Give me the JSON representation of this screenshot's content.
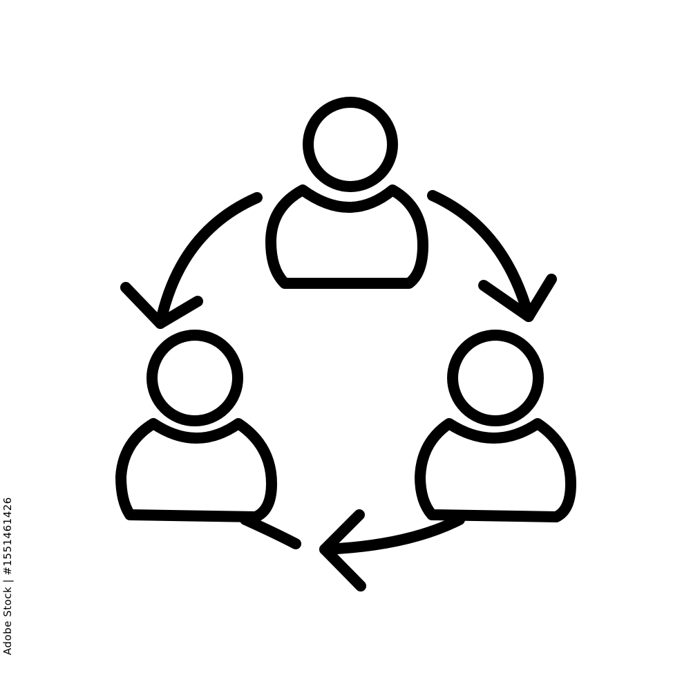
{
  "icon": {
    "name": "team-rotation-icon",
    "stroke_color": "#000000",
    "background_color": "#ffffff"
  },
  "people": [
    {
      "name": "person-top-icon"
    },
    {
      "name": "person-left-icon"
    },
    {
      "name": "person-right-icon"
    }
  ],
  "arrows": [
    {
      "name": "arrow-top-left-icon",
      "direction": "clockwise"
    },
    {
      "name": "arrow-top-right-icon",
      "direction": "clockwise"
    },
    {
      "name": "arrow-bottom-icon",
      "direction": "clockwise"
    }
  ],
  "watermark": {
    "stock_id": "Adobe Stock | #1551461426"
  }
}
